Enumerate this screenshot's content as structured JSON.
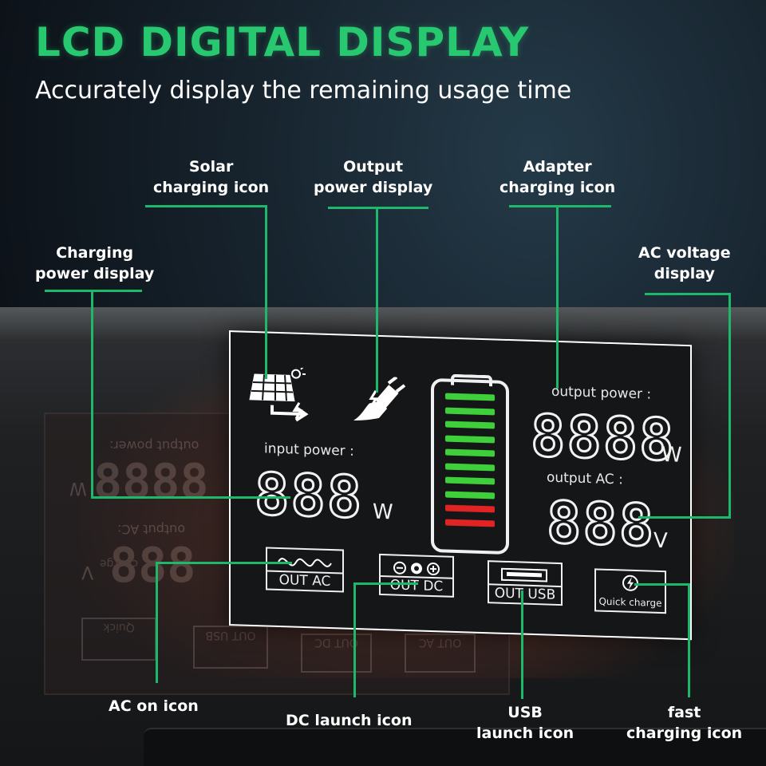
{
  "heading": {
    "title": "LCD DIGITAL DISPLAY",
    "subtitle": "Accurately display the remaining usage time"
  },
  "callouts": {
    "solar": [
      "Solar",
      "charging icon"
    ],
    "output_power": [
      "Output",
      "power display"
    ],
    "adapter": [
      "Adapter",
      "charging icon"
    ],
    "charging_power": [
      "Charging",
      "power display"
    ],
    "ac_voltage": [
      "AC voltage",
      "display"
    ],
    "ac_on": "AC on icon",
    "dc_launch": "DC launch icon",
    "usb_launch": [
      "USB",
      "launch icon"
    ],
    "fast_charging": [
      "fast",
      "charging icon"
    ]
  },
  "lcd": {
    "input_label": "input power :",
    "input_value": "888",
    "input_unit": "W",
    "output_label": "output power :",
    "output_value": "8888",
    "output_unit": "W",
    "ac_label": "output AC :",
    "ac_value": "888",
    "ac_unit": "V",
    "buttons": [
      "OUT AC",
      "OUT DC",
      "OUT USB",
      "Quick charge"
    ],
    "battery_bars": [
      "#3ecf3a",
      "#3ecf3a",
      "#3ecf3a",
      "#3ecf3a",
      "#3ecf3a",
      "#3ecf3a",
      "#3ecf3a",
      "#3ecf3a",
      "#e02424",
      "#e02424"
    ]
  },
  "reflection": {
    "output_label": "output power:",
    "ac_label": "output AC:",
    "w": "W",
    "v": "V",
    "digits_top": "8888",
    "digits_bottom": "888",
    "boxes": [
      "Quick charge",
      "OUT USB",
      "OUT DC",
      "OUT AC"
    ]
  },
  "colors": {
    "accent": "#28c870",
    "line": "#1db86a"
  }
}
